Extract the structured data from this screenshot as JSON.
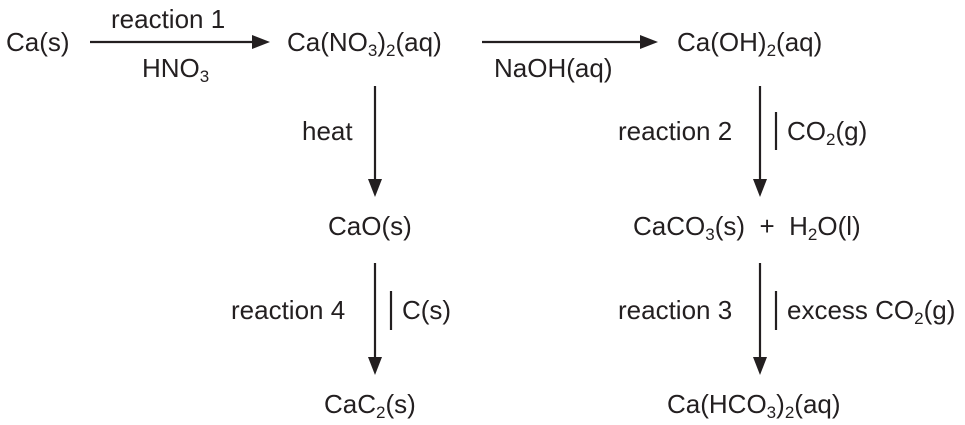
{
  "species": {
    "ca": {
      "a": "Ca(s)"
    },
    "ca_nitrate": {
      "a": "Ca(NO",
      "s1": "3",
      "b": ")",
      "s2": "2",
      "c": "(aq)"
    },
    "ca_hydroxide": {
      "a": "Ca(OH)",
      "s1": "2",
      "b": "(aq)"
    },
    "cao": {
      "a": "CaO(s)"
    },
    "caco3_water": {
      "a": "CaCO",
      "s1": "3",
      "b": "(s)  +  H",
      "s2": "2",
      "c": "O(l)"
    },
    "cac2": {
      "a": "CaC",
      "s1": "2",
      "b": "(s)"
    },
    "ca_bicarbonate": {
      "a": "Ca(HCO",
      "s1": "3",
      "b": ")",
      "s2": "2",
      "c": "(aq)"
    }
  },
  "conditions": {
    "r1_label": "reaction 1",
    "r1_reagent": {
      "a": "HNO",
      "s1": "3"
    },
    "naoh": "NaOH(aq)",
    "heat": "heat",
    "r2_label": "reaction 2",
    "r2_reagent": {
      "a": "CO",
      "s1": "2",
      "b": "(g)"
    },
    "r3_label": "reaction 3",
    "r3_reagent": {
      "a": "excess CO",
      "s1": "2",
      "b": "(g)"
    },
    "r4_label": "reaction 4",
    "r4_reagent": "C(s)"
  }
}
